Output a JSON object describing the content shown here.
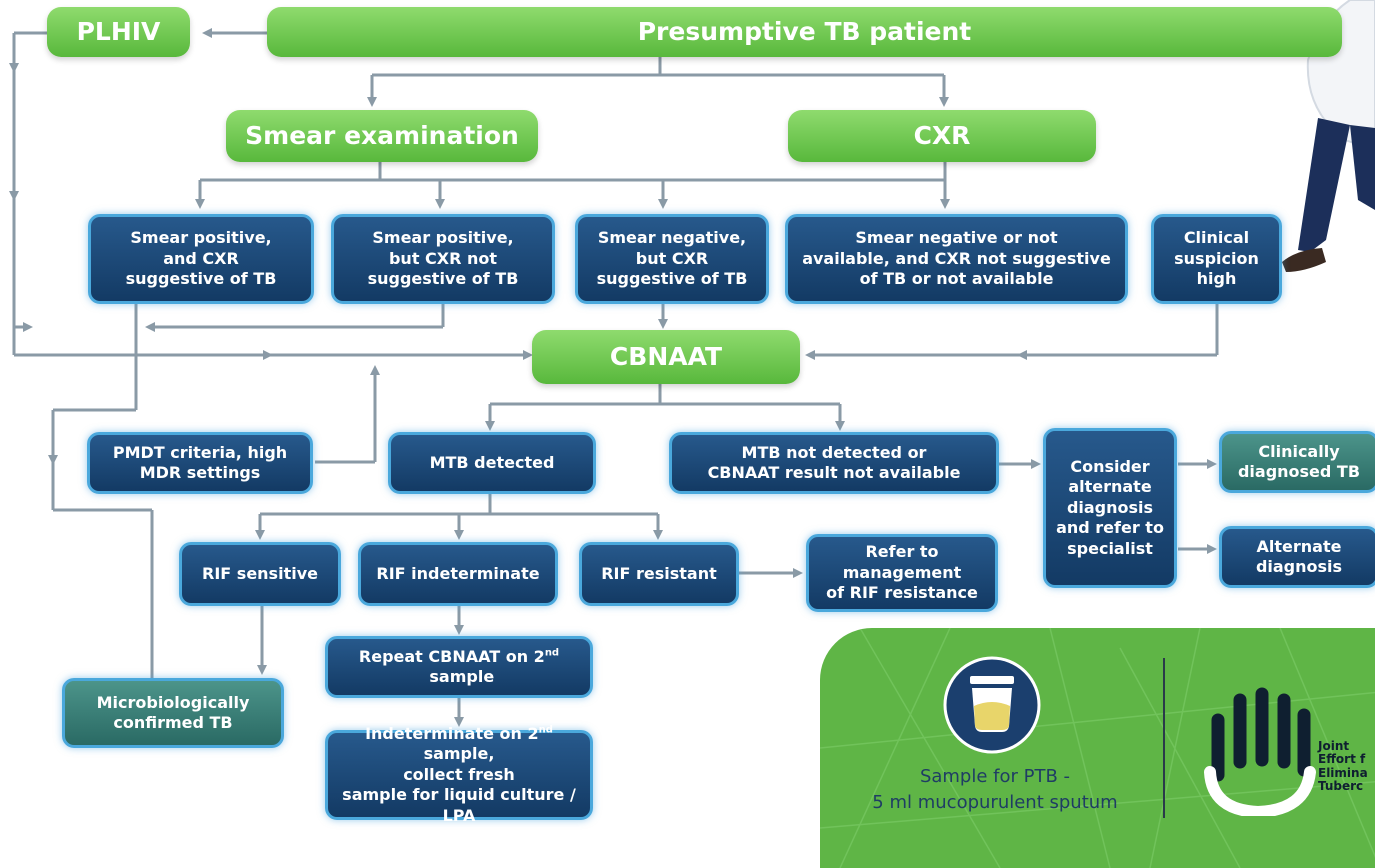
{
  "colors": {
    "green": "#6cc84b",
    "navy": "#1b4a78",
    "teal": "#3a7f77",
    "box_border": "#4aa8dc",
    "connector": "#8a9aa6",
    "panel": "#5fb546",
    "label_text": "#1f3d64"
  },
  "nodes": {
    "plhiv": "PLHIV",
    "presumptive_tb": "Presumptive TB patient",
    "smear_exam": "Smear examination",
    "cxr": "CXR",
    "smear_pos_cxr_sugg": "Smear positive,\nand CXR\nsuggestive of TB",
    "smear_pos_cxr_not": "Smear positive,\nbut CXR not\nsuggestive of TB",
    "smear_neg_cxr_sugg": "Smear negative,\nbut CXR\nsuggestive of TB",
    "smear_neg_na": "Smear negative or not\navailable, and CXR not suggestive\nof TB or not available",
    "clinical_suspicion": "Clinical\nsuspicion\nhigh",
    "cbnaat": "CBNAAT",
    "pmdt": "PMDT criteria, high\nMDR settings",
    "mtb_detected": "MTB detected",
    "mtb_not_detected": "MTB not detected or\nCBNAAT result not available",
    "consider_alt": "Consider\nalternate\ndiagnosis\nand refer to\nspecialist",
    "clinically_diagnosed": "Clinically\ndiagnosed TB",
    "alternate_diagnosis": "Alternate\ndiagnosis",
    "rif_sensitive": "RIF sensitive",
    "rif_indeterminate": "RIF indeterminate",
    "rif_resistant": "RIF resistant",
    "refer_rif": "Refer to\nmanagement\nof RIF resistance",
    "repeat_cbnaat_pre": "Repeat CBNAAT on 2",
    "repeat_cbnaat_sup": "nd",
    "repeat_cbnaat_post": " sample",
    "indeterminate_2nd_pre": "Indeterminate on 2",
    "indeterminate_2nd_sup": "nd",
    "indeterminate_2nd_post": " sample,\ncollect fresh\nsample for liquid culture / LPA",
    "micro_confirmed": "Microbiologically\nconfirmed TB"
  },
  "footer": {
    "sample_line1": "Sample for PTB -",
    "sample_line2": "5 ml mucopurulent sputum",
    "logo_text": "Joint\nEffort f\nElimina\nTuberc"
  },
  "icons": {
    "sputum_cup": "sputum-cup-icon",
    "hand_logo": "hand-logo-icon",
    "doctor": "doctor-illustration"
  }
}
